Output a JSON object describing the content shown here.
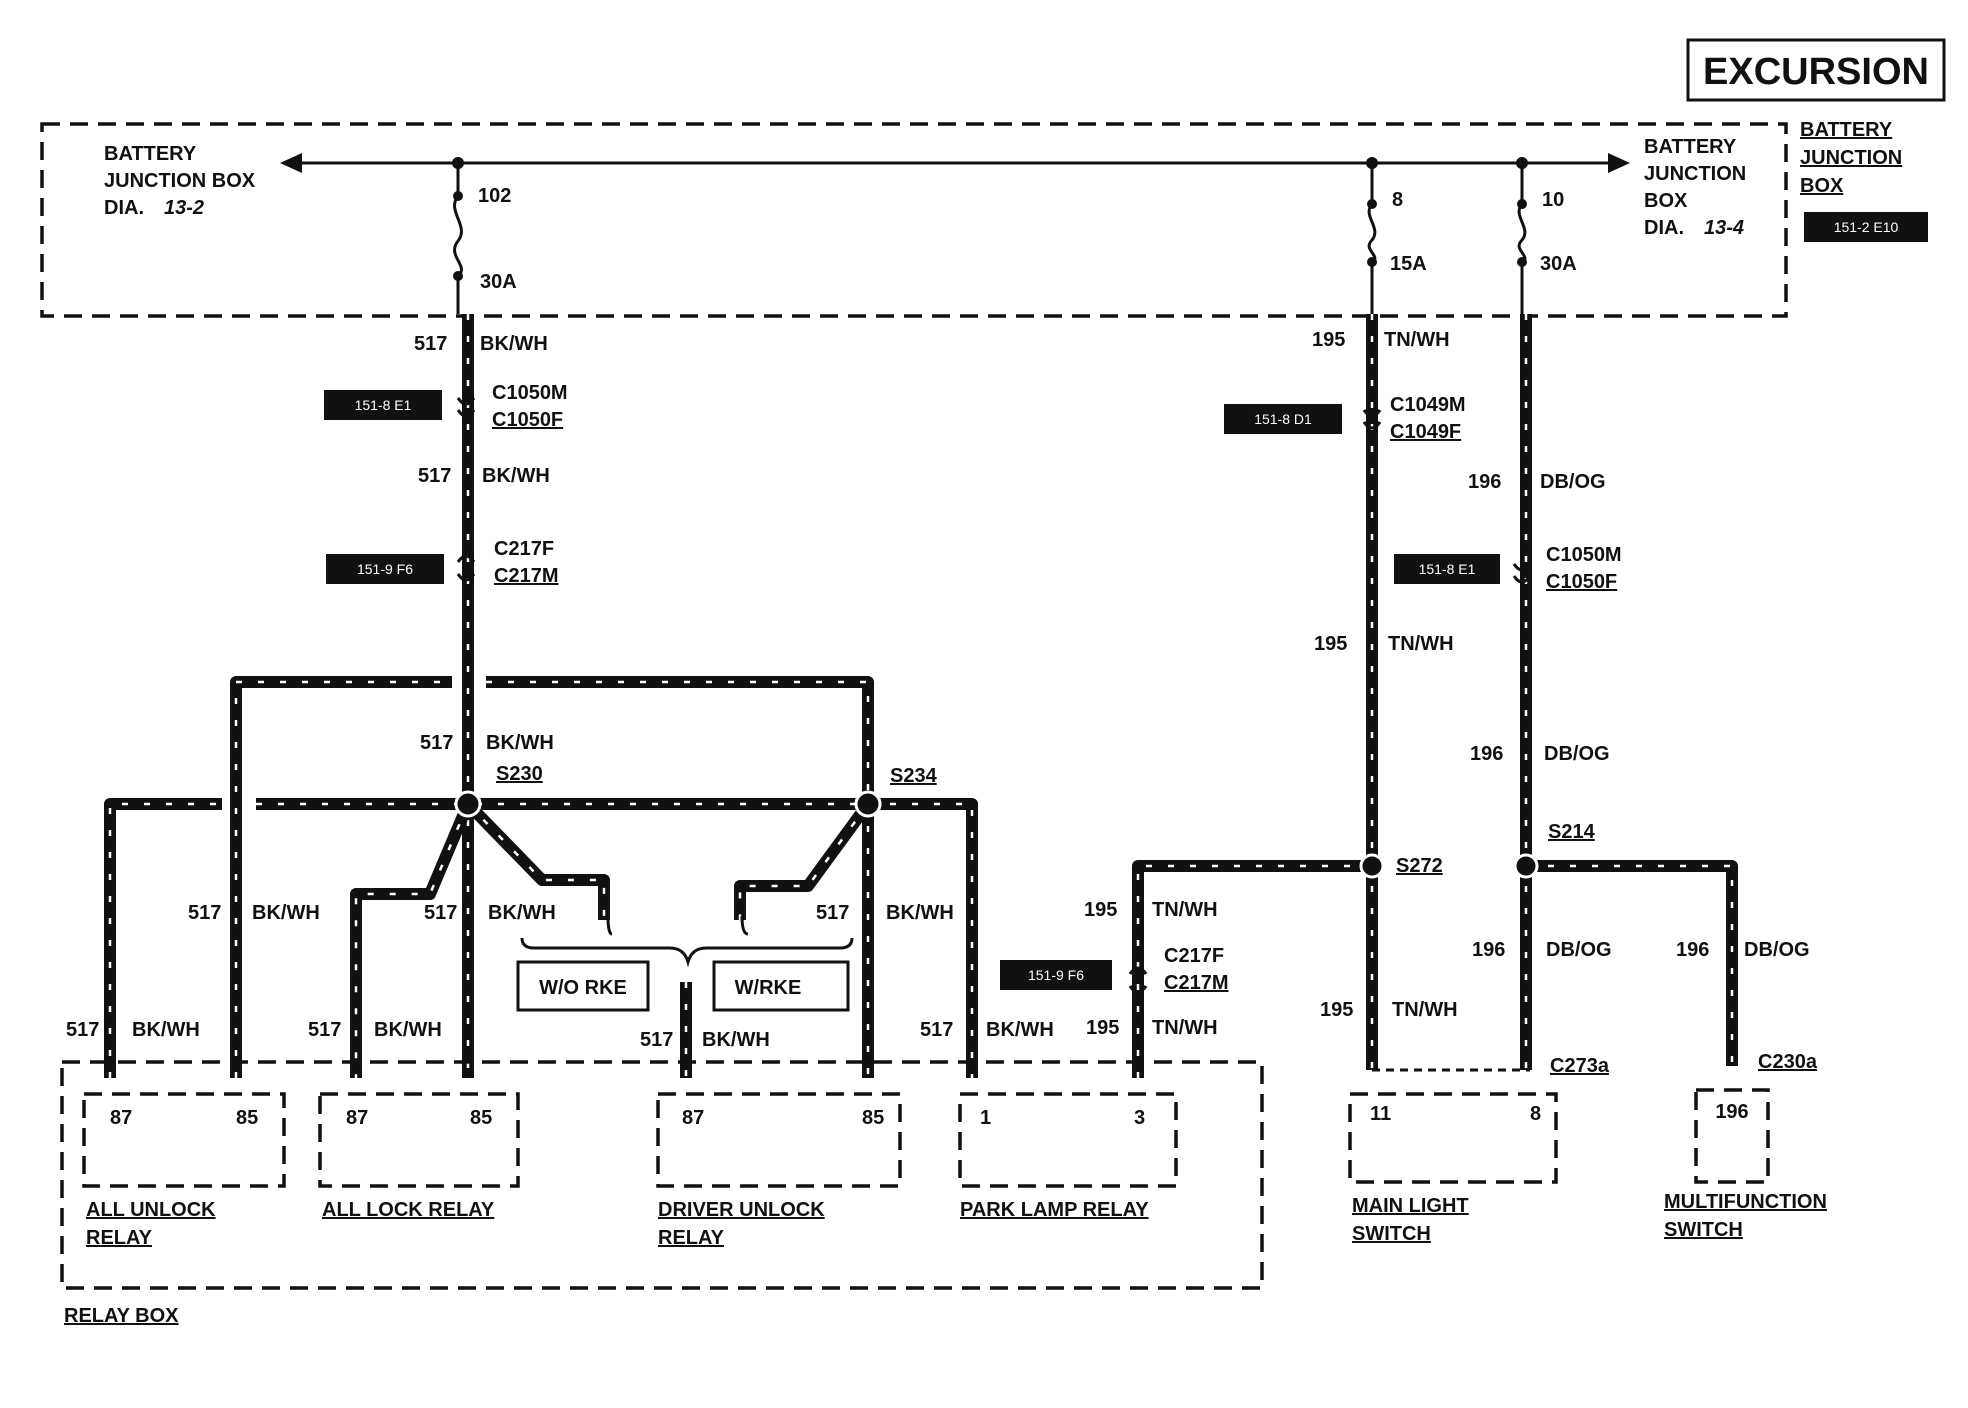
{
  "title": "EXCURSION",
  "battery_box": {
    "left_ref": [
      "BATTERY",
      "JUNCTION BOX",
      "DIA."
    ],
    "left_dia": "13-2",
    "right_ref": [
      "BATTERY",
      "JUNCTION",
      "BOX",
      "DIA."
    ],
    "right_dia": "13-4",
    "outer_label": [
      "BATTERY",
      "JUNCTION",
      "BOX"
    ],
    "outer_tag": "151-2 E10"
  },
  "fuses": [
    {
      "id": "102",
      "rating": "30A"
    },
    {
      "id": "8",
      "rating": "15A"
    },
    {
      "id": "10",
      "rating": "30A"
    }
  ],
  "circuit_517": {
    "number": "517",
    "color": "BK/WH"
  },
  "circuit_195": {
    "number": "195",
    "color": "TN/WH"
  },
  "circuit_196": {
    "number": "196",
    "color": "DB/OG"
  },
  "connectors": [
    {
      "top": "C1050M",
      "bottom": "C1050F",
      "tag": "151-8 E1"
    },
    {
      "top": "C217F",
      "bottom": "C217M",
      "tag": "151-9 F6"
    },
    {
      "top": "C1049M",
      "bottom": "C1049F",
      "tag": "151-8 D1"
    },
    {
      "top": "C1050M",
      "bottom": "C1050F",
      "tag": "151-8 E1"
    },
    {
      "top": "C217F",
      "bottom": "C217M",
      "tag": "151-9 F6"
    }
  ],
  "splices": [
    "S230",
    "S234",
    "S272",
    "S214"
  ],
  "options": [
    "W/O RKE",
    "W/RKE"
  ],
  "components": [
    {
      "name": [
        "ALL UNLOCK",
        "RELAY"
      ],
      "pins": [
        "87",
        "85"
      ]
    },
    {
      "name": [
        "ALL LOCK RELAY"
      ],
      "pins": [
        "87",
        "85"
      ]
    },
    {
      "name": [
        "DRIVER UNLOCK",
        "RELAY"
      ],
      "pins": [
        "87",
        "85"
      ]
    },
    {
      "name": [
        "PARK LAMP RELAY"
      ],
      "pins": [
        "1",
        "3"
      ]
    },
    {
      "name": [
        "MAIN LIGHT",
        "SWITCH"
      ],
      "pins": [
        "11",
        "8"
      ],
      "connector": "C273a"
    },
    {
      "name": [
        "MULTIFUNCTION",
        "SWITCH"
      ],
      "pins": [
        "196"
      ],
      "connector": "C230a"
    }
  ],
  "relay_box_label": "RELAY BOX"
}
